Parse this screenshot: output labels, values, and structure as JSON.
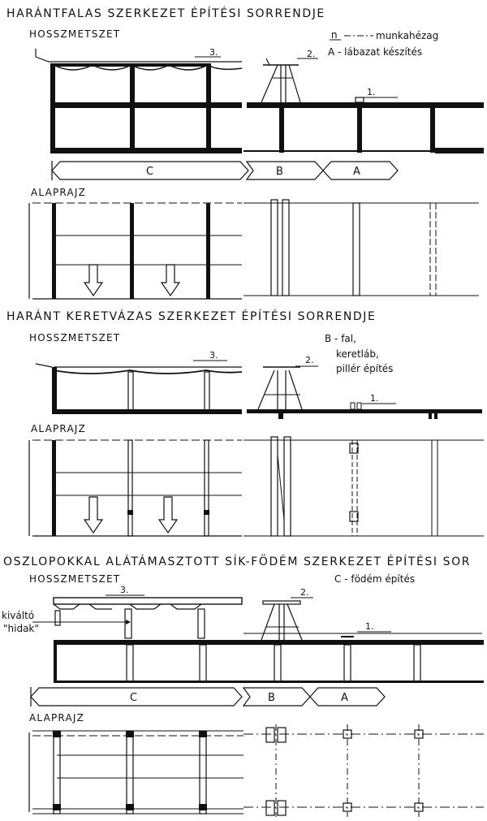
{
  "sections": [
    {
      "title": "HARÁNTFALAS SZERKEZET ÉPÍTÉSI SORRENDJE",
      "section_label": "HOSSZMETSZET",
      "plan_label": "ALAPRAJZ",
      "notes": [
        "munkahézag",
        "A - lábazat készítés"
      ],
      "note_prefix": "n",
      "markers": [
        "1.",
        "2.",
        "3."
      ],
      "segments": [
        "C",
        "B",
        "A"
      ]
    },
    {
      "title": "HARÁNT KERETVÁZAS SZERKEZET ÉPÍTÉSI SORRENDJE",
      "section_label": "HOSSZMETSZET",
      "plan_label": "ALAPRAJZ",
      "notes": [
        "B - fal,",
        "keretláb,",
        "pillér építés"
      ],
      "markers": [
        "1.",
        "2.",
        "3."
      ]
    },
    {
      "title": "OSZLOPOKKAL ALÁTÁMASZTOTT SÍK-FÖDÉM SZERKEZET ÉPÍTÉSI SOR",
      "section_label": "HOSSZMETSZET",
      "plan_label": "ALAPRAJZ",
      "notes": [
        "C - födém építés"
      ],
      "side_labels": [
        "kiváltó",
        "\"hidak\""
      ],
      "markers": [
        "1.",
        "2.",
        "3."
      ],
      "segments": [
        "C",
        "B",
        "A"
      ]
    }
  ]
}
